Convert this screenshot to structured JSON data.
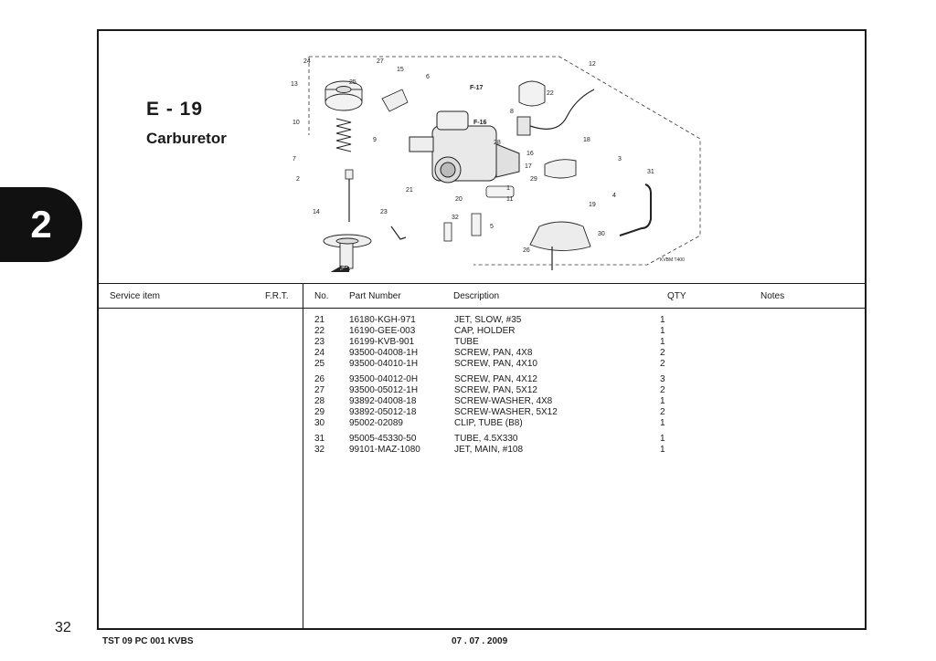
{
  "section": {
    "code": "E - 19",
    "name": "Carburetor"
  },
  "chapter_tab": "2",
  "diagram": {
    "callouts": [
      "24",
      "27",
      "15",
      "6",
      "12",
      "13",
      "25",
      "F-17",
      "22",
      "10",
      "9",
      "8",
      "F-16",
      "28",
      "16",
      "18",
      "7",
      "17",
      "3",
      "29",
      "2",
      "31",
      "21",
      "1",
      "20",
      "11",
      "19",
      "4",
      "23",
      "14",
      "32",
      "5",
      "30",
      "26"
    ],
    "direction_label": "FR.",
    "figure_code": "KVBM T400"
  },
  "table": {
    "headers": {
      "service_item": "Service item",
      "frt": "F.R.T.",
      "no": "No.",
      "part_number": "Part Number",
      "description": "Description",
      "qty": "QTY",
      "notes": "Notes"
    },
    "rows": [
      {
        "no": "21",
        "part": "16180-KGH-971",
        "desc": "JET, SLOW, #35",
        "qty": "1"
      },
      {
        "no": "22",
        "part": "16190-GEE-003",
        "desc": "CAP, HOLDER",
        "qty": "1"
      },
      {
        "no": "23",
        "part": "16199-KVB-901",
        "desc": "TUBE",
        "qty": "1"
      },
      {
        "no": "24",
        "part": "93500-04008-1H",
        "desc": "SCREW, PAN, 4X8",
        "qty": "2"
      },
      {
        "no": "25",
        "part": "93500-04010-1H",
        "desc": "SCREW, PAN, 4X10",
        "qty": "2"
      },
      {
        "no": "26",
        "part": "93500-04012-0H",
        "desc": "SCREW, PAN, 4X12",
        "qty": "3"
      },
      {
        "no": "27",
        "part": "93500-05012-1H",
        "desc": "SCREW, PAN, 5X12",
        "qty": "2"
      },
      {
        "no": "28",
        "part": "93892-04008-18",
        "desc": "SCREW-WASHER, 4X8",
        "qty": "1"
      },
      {
        "no": "29",
        "part": "93892-05012-18",
        "desc": "SCREW-WASHER, 5X12",
        "qty": "2"
      },
      {
        "no": "30",
        "part": "95002-02089",
        "desc": "CLIP, TUBE (B8)",
        "qty": "1"
      },
      {
        "no": "31",
        "part": "95005-45330-50",
        "desc": "TUBE, 4.5X330",
        "qty": "1"
      },
      {
        "no": "32",
        "part": "99101-MAZ-1080",
        "desc": "JET, MAIN, #108",
        "qty": "1"
      }
    ]
  },
  "footer": {
    "page_number": "32",
    "doc_code": "TST 09 PC 001 KVBS",
    "date": "07 . 07 . 2009"
  }
}
